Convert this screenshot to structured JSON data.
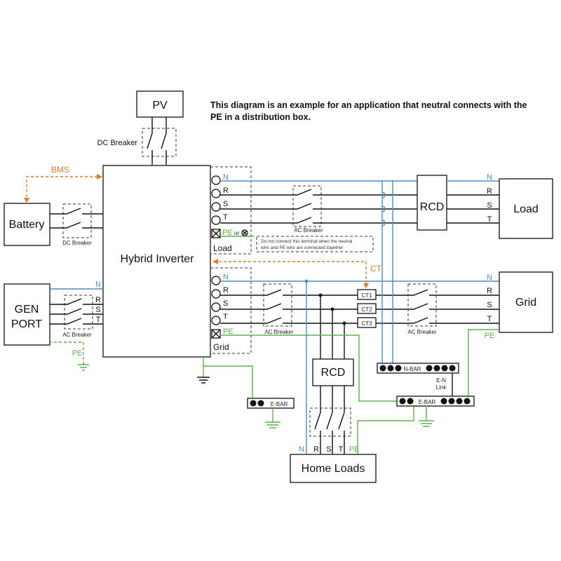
{
  "note": {
    "line1": "This diagram is an example for an application that neutral connects with the",
    "line2": "PE in a distribution box."
  },
  "blocks": {
    "pv": "PV",
    "battery": "Battery",
    "gen_line1": "GEN",
    "gen_line2": "PORT",
    "inverter": "Hybrid Inverter",
    "load": "Load",
    "grid": "Grid",
    "rcd_top": "RCD",
    "rcd_home": "RCD",
    "home_loads": "Home Loads"
  },
  "labels": {
    "dc_breaker_pv": "DC Breaker",
    "dc_breaker_battery": "DC Breaker",
    "bms": "BMS",
    "ct": "CT",
    "ac_breaker_gen": "AC Breaker",
    "ac_breaker_load": "AC Breaker",
    "ac_breaker_grid_inv": "AC Breaker",
    "ac_breaker_grid": "AC Breaker",
    "load_port": "Load",
    "grid_port": "Grid",
    "pe_or": "or",
    "warning_line1": "Do not connect this terminal when the neutral",
    "warning_line2": "wire and PE wire are connected together",
    "ct1": "CT1",
    "ct2": "CT2",
    "ct3": "CT3",
    "n_bar": "N-BAR",
    "e_bar_1": "E-BAR",
    "e_bar_2": "E-BAR",
    "en_link_1": "E-N",
    "en_link_2": "Link"
  },
  "phases": {
    "n": "N",
    "r": "R",
    "s": "S",
    "t": "T",
    "pe": "PE"
  },
  "colors": {
    "neutral": "#4a8fc9",
    "pe": "#5db04c",
    "signal": "#e07a2d",
    "line": "#111111"
  }
}
